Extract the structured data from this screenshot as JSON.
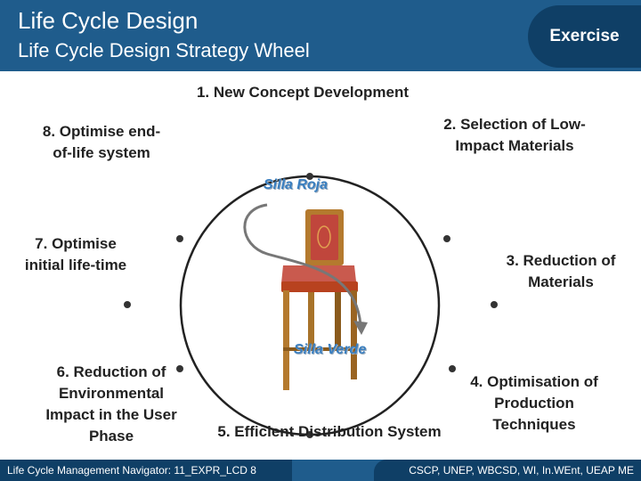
{
  "header": {
    "title": "Life Cycle Design",
    "subtitle": "Life Cycle Design Strategy Wheel",
    "exercise_label": "Exercise"
  },
  "strategies": [
    {
      "number": "1.",
      "label": "1. New Concept Development"
    },
    {
      "number": "2.",
      "label": "2. Selection of Low-Impact Materials"
    },
    {
      "number": "3.",
      "label": "3. Reduction of Materials"
    },
    {
      "number": "4.",
      "label": "4. Optimisation of Production Techniques"
    },
    {
      "number": "5.",
      "label": "5. Efficient Distribution System"
    },
    {
      "number": "6.",
      "label": "6. Reduction of Environmental Impact in the User Phase"
    },
    {
      "number": "7.",
      "label": "7. Optimise initial life-time"
    },
    {
      "number": "8.",
      "label": "8. Optimise end-of-life system"
    }
  ],
  "chairs": {
    "top_label": "Silla Roja",
    "bottom_label": "Silla Verde"
  },
  "footer": {
    "left": "Life Cycle Management Navigator: 11_EXPR_LCD 8",
    "right": "CSCP, UNEP, WBCSD, WI, In.WEnt, UEAP ME"
  },
  "colors": {
    "header_bg": "#1f5c8c",
    "header_dark": "#0f3f66",
    "chair_label": "#3a7fc0",
    "wheel_line": "#222222"
  }
}
